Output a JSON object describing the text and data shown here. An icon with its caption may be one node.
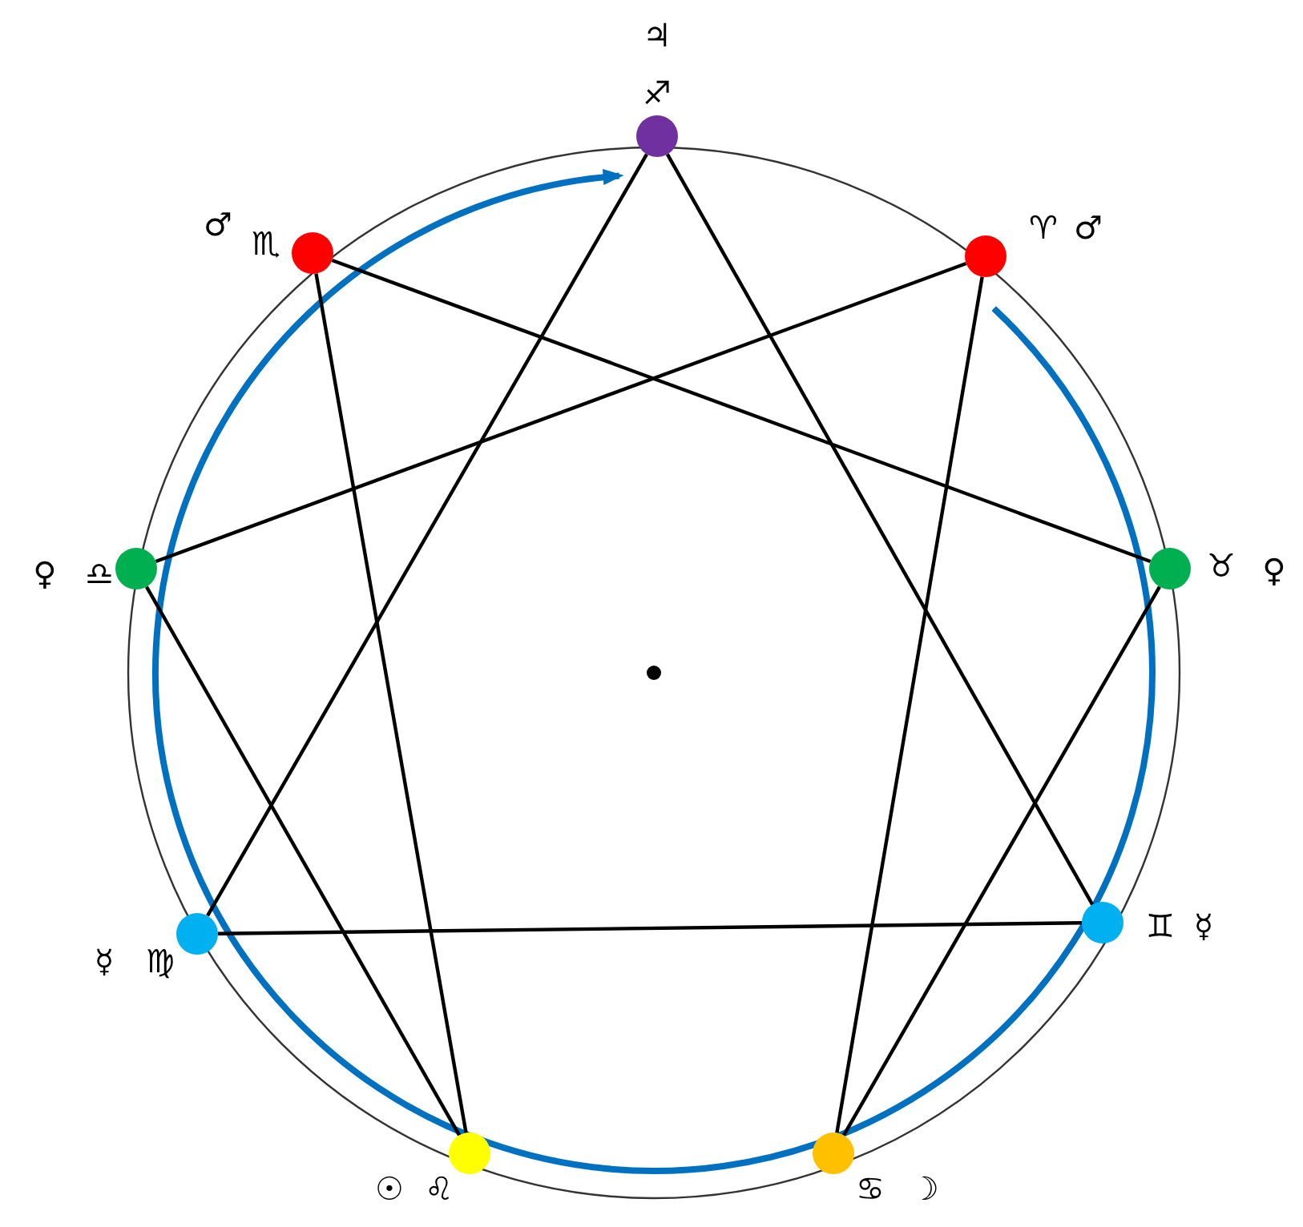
{
  "diagram": {
    "nodes": [
      {
        "text": [
          "♃",
          "♐"
        ]
      },
      {
        "text": [
          "♂",
          "♏"
        ]
      },
      {
        "text": [
          "♈",
          "♂"
        ]
      },
      {
        "text": [
          "♀",
          "♎"
        ]
      },
      {
        "text": [
          "♉",
          "♀"
        ]
      },
      {
        "text": [
          "☿",
          "♍"
        ]
      },
      {
        "text": [
          "♊",
          "☿"
        ]
      },
      {
        "text": [
          "☉",
          "♌"
        ]
      },
      {
        "text": [
          "♋",
          "☽"
        ]
      }
    ],
    "edges": [
      {
        "from": 0,
        "to": 5,
        "arrow": "none"
      },
      {
        "from": 0,
        "to": 6,
        "arrow": "none"
      },
      {
        "from": 1,
        "to": 4,
        "arrow": "none"
      },
      {
        "from": 1,
        "to": 7,
        "arrow": "none"
      },
      {
        "from": 2,
        "to": 3,
        "arrow": "none"
      },
      {
        "from": 2,
        "to": 8,
        "arrow": "none"
      },
      {
        "from": 3,
        "to": 7,
        "arrow": "none"
      },
      {
        "from": 4,
        "to": 8,
        "arrow": "none"
      },
      {
        "from": 5,
        "to": 6,
        "arrow": "none"
      }
    ]
  }
}
